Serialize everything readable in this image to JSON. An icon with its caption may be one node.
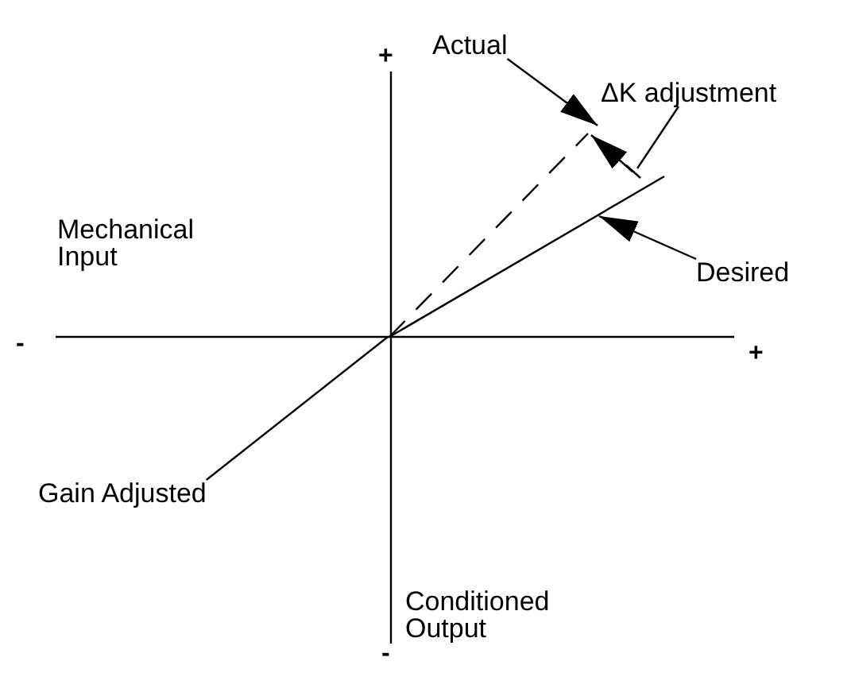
{
  "diagram": {
    "nodes": [
      {
        "text": [
          "Actual"
        ]
      },
      {
        "text": [],
        "shape": "line"
      },
      {
        "text": [
          "ΔK adjustment"
        ]
      },
      {
        "text": [
          "Desired"
        ]
      },
      {
        "text": [],
        "shape": "line"
      },
      {
        "text": [
          "Mechanical Input"
        ]
      },
      {
        "text": [
          "Gain Adjusted"
        ]
      },
      {
        "text": [
          "Conditioned Output"
        ]
      },
      {
        "text": [],
        "shape": "arrow"
      }
    ],
    "edges": [
      {
        "from": 0,
        "to": 1,
        "arrow": "to"
      },
      {
        "from": 2,
        "to": 8,
        "arrow": "none"
      },
      {
        "from": 3,
        "to": 4,
        "arrow": "to"
      },
      {
        "from": 6,
        "to": 4,
        "arrow": "none"
      }
    ],
    "labels": [
      "+",
      "-",
      "+",
      "-"
    ]
  }
}
